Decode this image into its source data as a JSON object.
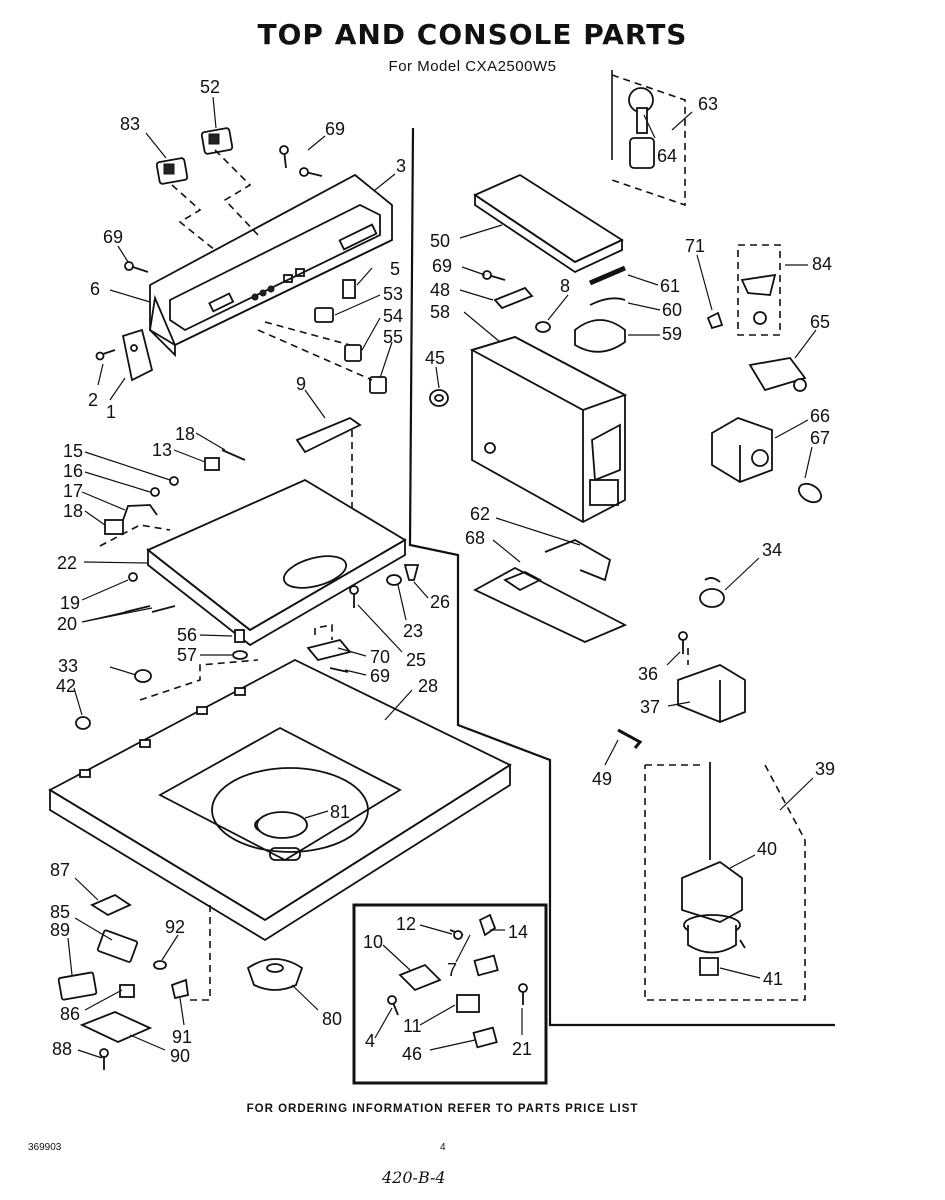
{
  "header": {
    "title": "TOP AND CONSOLE PARTS",
    "subtitle": "For Model CXA2500W5"
  },
  "footer": {
    "ordering_note": "FOR ORDERING INFORMATION REFER TO PARTS PRICE LIST",
    "document_number": "369903",
    "page_number": "4",
    "handwritten_note": "420-B-4"
  },
  "callouts": [
    "52",
    "83",
    "69",
    "3",
    "69",
    "6",
    "5",
    "53",
    "54",
    "55",
    "2",
    "1",
    "9",
    "63",
    "64",
    "50",
    "69",
    "48",
    "58",
    "8",
    "61",
    "60",
    "59",
    "45",
    "71",
    "84",
    "65",
    "66",
    "67",
    "18",
    "13",
    "15",
    "16",
    "17",
    "18",
    "22",
    "19",
    "20",
    "56",
    "57",
    "70",
    "69",
    "25",
    "23",
    "26",
    "62",
    "68",
    "34",
    "36",
    "37",
    "49",
    "39",
    "40",
    "41",
    "33",
    "42",
    "28",
    "81",
    "87",
    "85",
    "89",
    "92",
    "86",
    "91",
    "90",
    "88",
    "80",
    "12",
    "14",
    "10",
    "7",
    "4",
    "11",
    "21",
    "46"
  ]
}
